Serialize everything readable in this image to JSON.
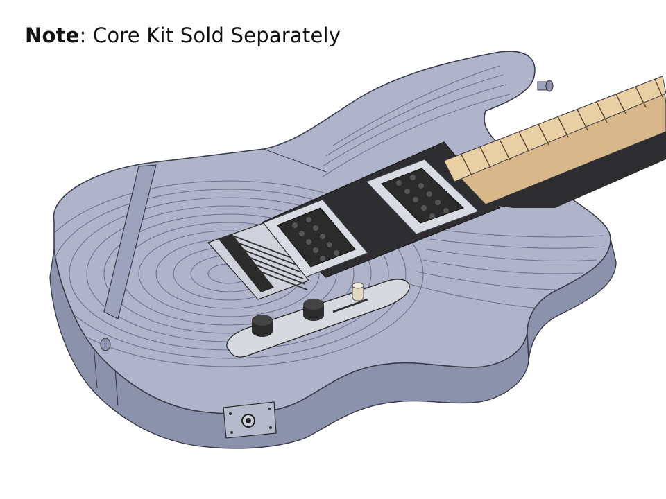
{
  "caption": {
    "bold": "Note",
    "rest": ": Core Kit Sold Separately"
  },
  "illustration": {
    "subject": "guitar-body-cad-render",
    "body_color": "#a9adc4",
    "body_shade": "#8a8fa9",
    "outline_color": "#3a3d4a",
    "neck_color": "#e6c79a",
    "fret_color": "#5a4630",
    "pickup_cover_color": "#2b2b2b",
    "chrome_color": "#d9dbe2"
  }
}
